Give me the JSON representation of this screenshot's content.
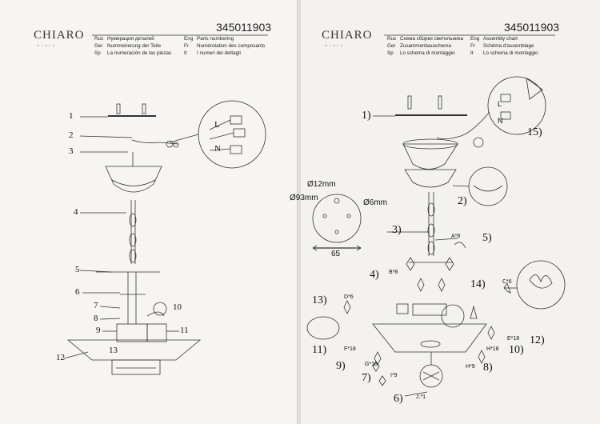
{
  "left_page": {
    "brand": "CHIARO",
    "code": "345011903",
    "headings_left": [
      {
        "lang": "Rus",
        "text": "Нумерация деталей"
      },
      {
        "lang": "Ger",
        "text": "Nummerierung der Teile"
      },
      {
        "lang": "Sp",
        "text": "La numeración de las piezas"
      }
    ],
    "headings_right": [
      {
        "lang": "Eng",
        "text": "Parts numbering"
      },
      {
        "lang": "Fr",
        "text": "Numérotation des composants"
      },
      {
        "lang": "It",
        "text": "I numeri dei dettagli"
      }
    ],
    "callouts": [
      "1",
      "2",
      "3",
      "4",
      "5",
      "6",
      "7",
      "8",
      "9",
      "10",
      "11",
      "12",
      "13"
    ],
    "wire_labels": [
      "L",
      "N"
    ]
  },
  "right_page": {
    "brand": "CHIARO",
    "code": "345011903",
    "headings_left": [
      {
        "lang": "Rus",
        "text": "Схема сборки светильника"
      },
      {
        "lang": "Ger",
        "text": "Zusammenbauschema"
      },
      {
        "lang": "Sp",
        "text": "Lo schema di montaggio"
      }
    ],
    "headings_right": [
      {
        "lang": "Eng",
        "text": "Assembly chart"
      },
      {
        "lang": "Fr",
        "text": "Schéma d'assemblage"
      },
      {
        "lang": "It",
        "text": "Lo schema di montaggio"
      }
    ],
    "steps": [
      "1)",
      "2)",
      "3)",
      "4)",
      "5)",
      "6)",
      "7)",
      "8)",
      "9)",
      "10)",
      "11)",
      "12)",
      "13)",
      "14)",
      "15)"
    ],
    "part_labels": [
      "A*8",
      "B*8",
      "C*6",
      "D*6",
      "E*18",
      "F*18",
      "G*18",
      "H*18",
      "H*9",
      "I*9",
      "J.*1"
    ],
    "dimensions": {
      "hole": "Ø12mm",
      "plate": "Ø93mm",
      "screw": "Ø6mm",
      "spacing": "65"
    },
    "wire_labels": [
      "L",
      "N"
    ]
  }
}
